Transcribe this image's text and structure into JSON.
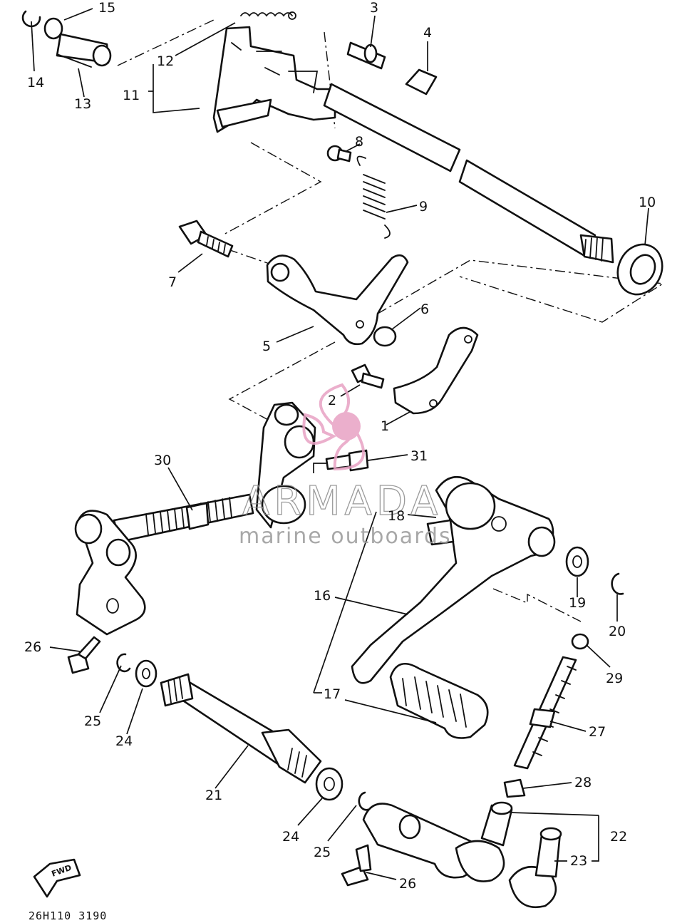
{
  "diagram": {
    "labels": [
      {
        "id": "p1",
        "text": "1"
      },
      {
        "id": "p2",
        "text": "2"
      },
      {
        "id": "p3",
        "text": "3"
      },
      {
        "id": "p4",
        "text": "4"
      },
      {
        "id": "p5",
        "text": "5"
      },
      {
        "id": "p6",
        "text": "6"
      },
      {
        "id": "p7",
        "text": "7"
      },
      {
        "id": "p8",
        "text": "8"
      },
      {
        "id": "p9",
        "text": "9"
      },
      {
        "id": "p10",
        "text": "10"
      },
      {
        "id": "p11",
        "text": "11"
      },
      {
        "id": "p12",
        "text": "12"
      },
      {
        "id": "p13",
        "text": "13"
      },
      {
        "id": "p14",
        "text": "14"
      },
      {
        "id": "p15",
        "text": "15"
      },
      {
        "id": "p16",
        "text": "16"
      },
      {
        "id": "p17",
        "text": "17"
      },
      {
        "id": "p18",
        "text": "18"
      },
      {
        "id": "p19",
        "text": "19"
      },
      {
        "id": "p20",
        "text": "20"
      },
      {
        "id": "p21",
        "text": "21"
      },
      {
        "id": "p22",
        "text": "22"
      },
      {
        "id": "p23",
        "text": "23"
      },
      {
        "id": "p24a",
        "text": "24"
      },
      {
        "id": "p24b",
        "text": "24"
      },
      {
        "id": "p25a",
        "text": "25"
      },
      {
        "id": "p25b",
        "text": "25"
      },
      {
        "id": "p26a",
        "text": "26"
      },
      {
        "id": "p26b",
        "text": "26"
      },
      {
        "id": "p27",
        "text": "27"
      },
      {
        "id": "p28",
        "text": "28"
      },
      {
        "id": "p29",
        "text": "29"
      },
      {
        "id": "p30",
        "text": "30"
      },
      {
        "id": "p31",
        "text": "31"
      }
    ],
    "fwd_label": "FWD",
    "figure_code": "26H110 3190"
  },
  "watermark": {
    "brand": "ARMADA",
    "tagline": "marine outboards",
    "logo_icon": "propeller-logo-icon",
    "color": "#e8a2c4"
  }
}
